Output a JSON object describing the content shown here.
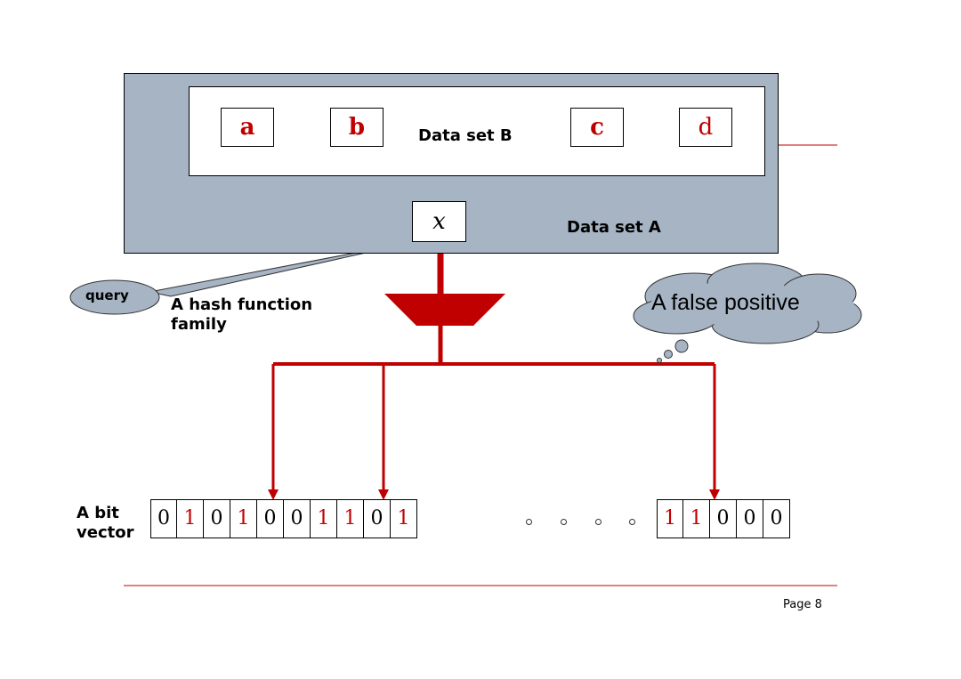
{
  "set_b": {
    "label": "Data set B",
    "items": [
      "a",
      "b",
      "c",
      "d"
    ]
  },
  "set_a": {
    "label": "Data set A"
  },
  "query_element": "x",
  "query_label": "query",
  "hash_label": "A hash function family",
  "false_positive_label": "A false positive",
  "bit_vector": {
    "label": "A bit vector",
    "left_bits": [
      "0",
      "1",
      "0",
      "1",
      "0",
      "0",
      "1",
      "1",
      "0",
      "1"
    ],
    "right_bits": [
      "1",
      "1",
      "0",
      "0",
      "0"
    ]
  },
  "page_label": "Page 8",
  "colors": {
    "accent": "#c00000",
    "panel": "#a6b4c4"
  }
}
